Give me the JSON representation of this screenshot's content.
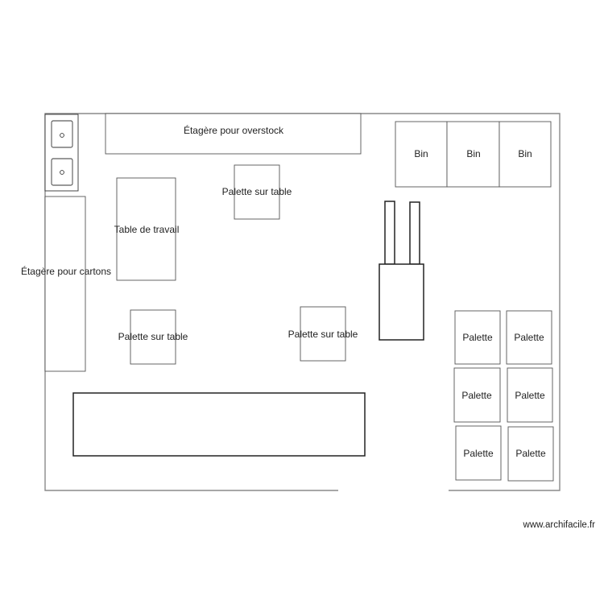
{
  "plan": {
    "shelf_overstock": "Étagère pour overstock",
    "shelf_cartons": "Étagère pour cartons",
    "workbench": "Table de travail",
    "pallet_table": "Palette sur table",
    "bin": "Bin",
    "pallet": "Palette",
    "watermark": "www.archifacile.fr"
  }
}
